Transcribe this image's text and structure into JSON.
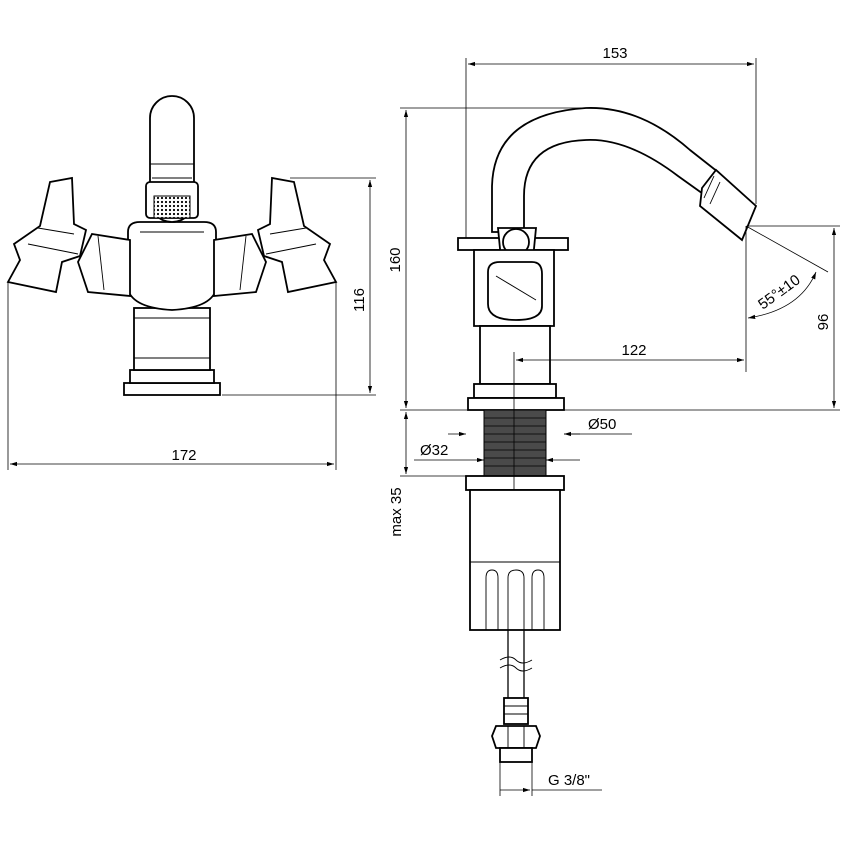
{
  "dimensions": {
    "width_153": "153",
    "height_160": "160",
    "height_116": "116",
    "width_172": "172",
    "reach_122": "122",
    "height_96": "96",
    "angle": "55°±10",
    "dia_50": "Ø50",
    "dia_32": "Ø32",
    "max_35": "max 35",
    "thread": "G 3/8\""
  },
  "colors": {
    "line": "#000000",
    "background": "#ffffff",
    "thread_fill": "#4a4a4a"
  }
}
